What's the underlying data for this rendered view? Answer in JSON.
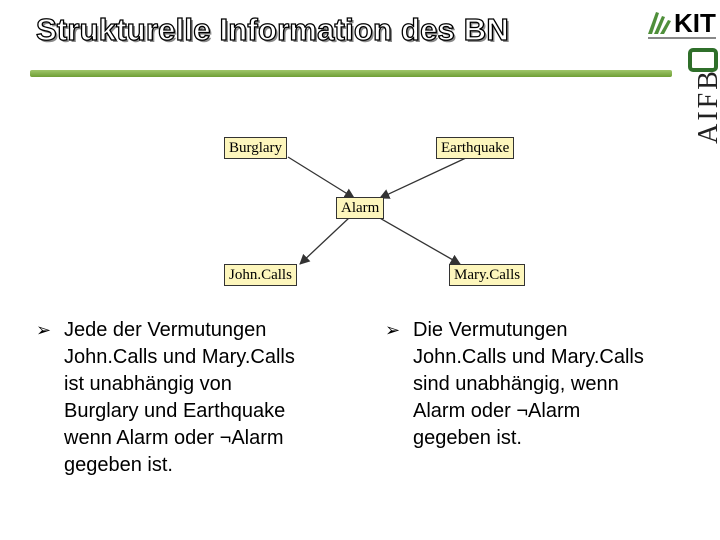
{
  "slide": {
    "title": "Strukturelle Information des BN"
  },
  "logos": {
    "kit_text": "KIT",
    "aifb_text": "AIFB"
  },
  "network": {
    "nodes": {
      "burglary": "Burglary",
      "earthquake": "Earthquake",
      "alarm": "Alarm",
      "john": "John.Calls",
      "mary": "Mary.Calls"
    }
  },
  "bullets": {
    "left": [
      "Jede der Vermutungen",
      "John.Calls und Mary.Calls",
      "ist unabhängig von",
      "Burglary und Earthquake",
      "wenn Alarm oder ¬Alarm",
      "gegeben ist."
    ],
    "right": [
      "Die Vermutungen",
      "John.Calls und Mary.Calls",
      "sind unabhängig, wenn",
      "Alarm oder ¬Alarm",
      "gegeben ist."
    ]
  },
  "colors": {
    "node_fill": "#fdf6bc",
    "title_rule": "#7aa83f"
  }
}
